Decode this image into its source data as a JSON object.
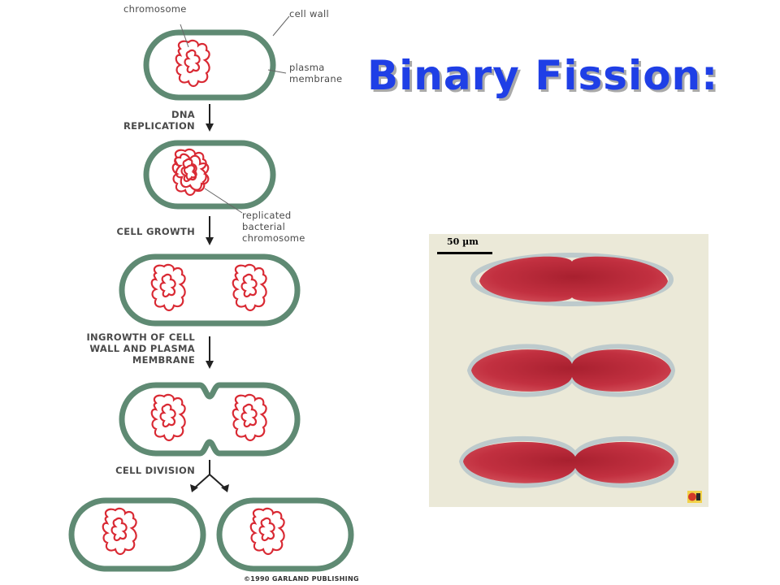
{
  "title": "Binary Fission:",
  "diagram": {
    "labels": {
      "chromosome": "chromosome",
      "cell_wall": "cell wall",
      "plasma_membrane": "plasma\nmembrane",
      "replicated_chromosome": "replicated\nbacterial\nchromosome"
    },
    "steps": [
      "DNA\nREPLICATION",
      "CELL GROWTH",
      "INGROWTH OF CELL\nWALL AND PLASMA\nMEMBRANE",
      "CELL DIVISION"
    ],
    "copyright": "©1990 GARLAND PUBLISHING"
  },
  "micrograph": {
    "scale_bar": "50 µm"
  },
  "colors": {
    "title": "#1f3fe6",
    "cell_wall": "#5f8a73",
    "chromosome": "#d92a34",
    "micrograph_bg": "#ebe9d8",
    "cell_stain": "#b82838"
  }
}
